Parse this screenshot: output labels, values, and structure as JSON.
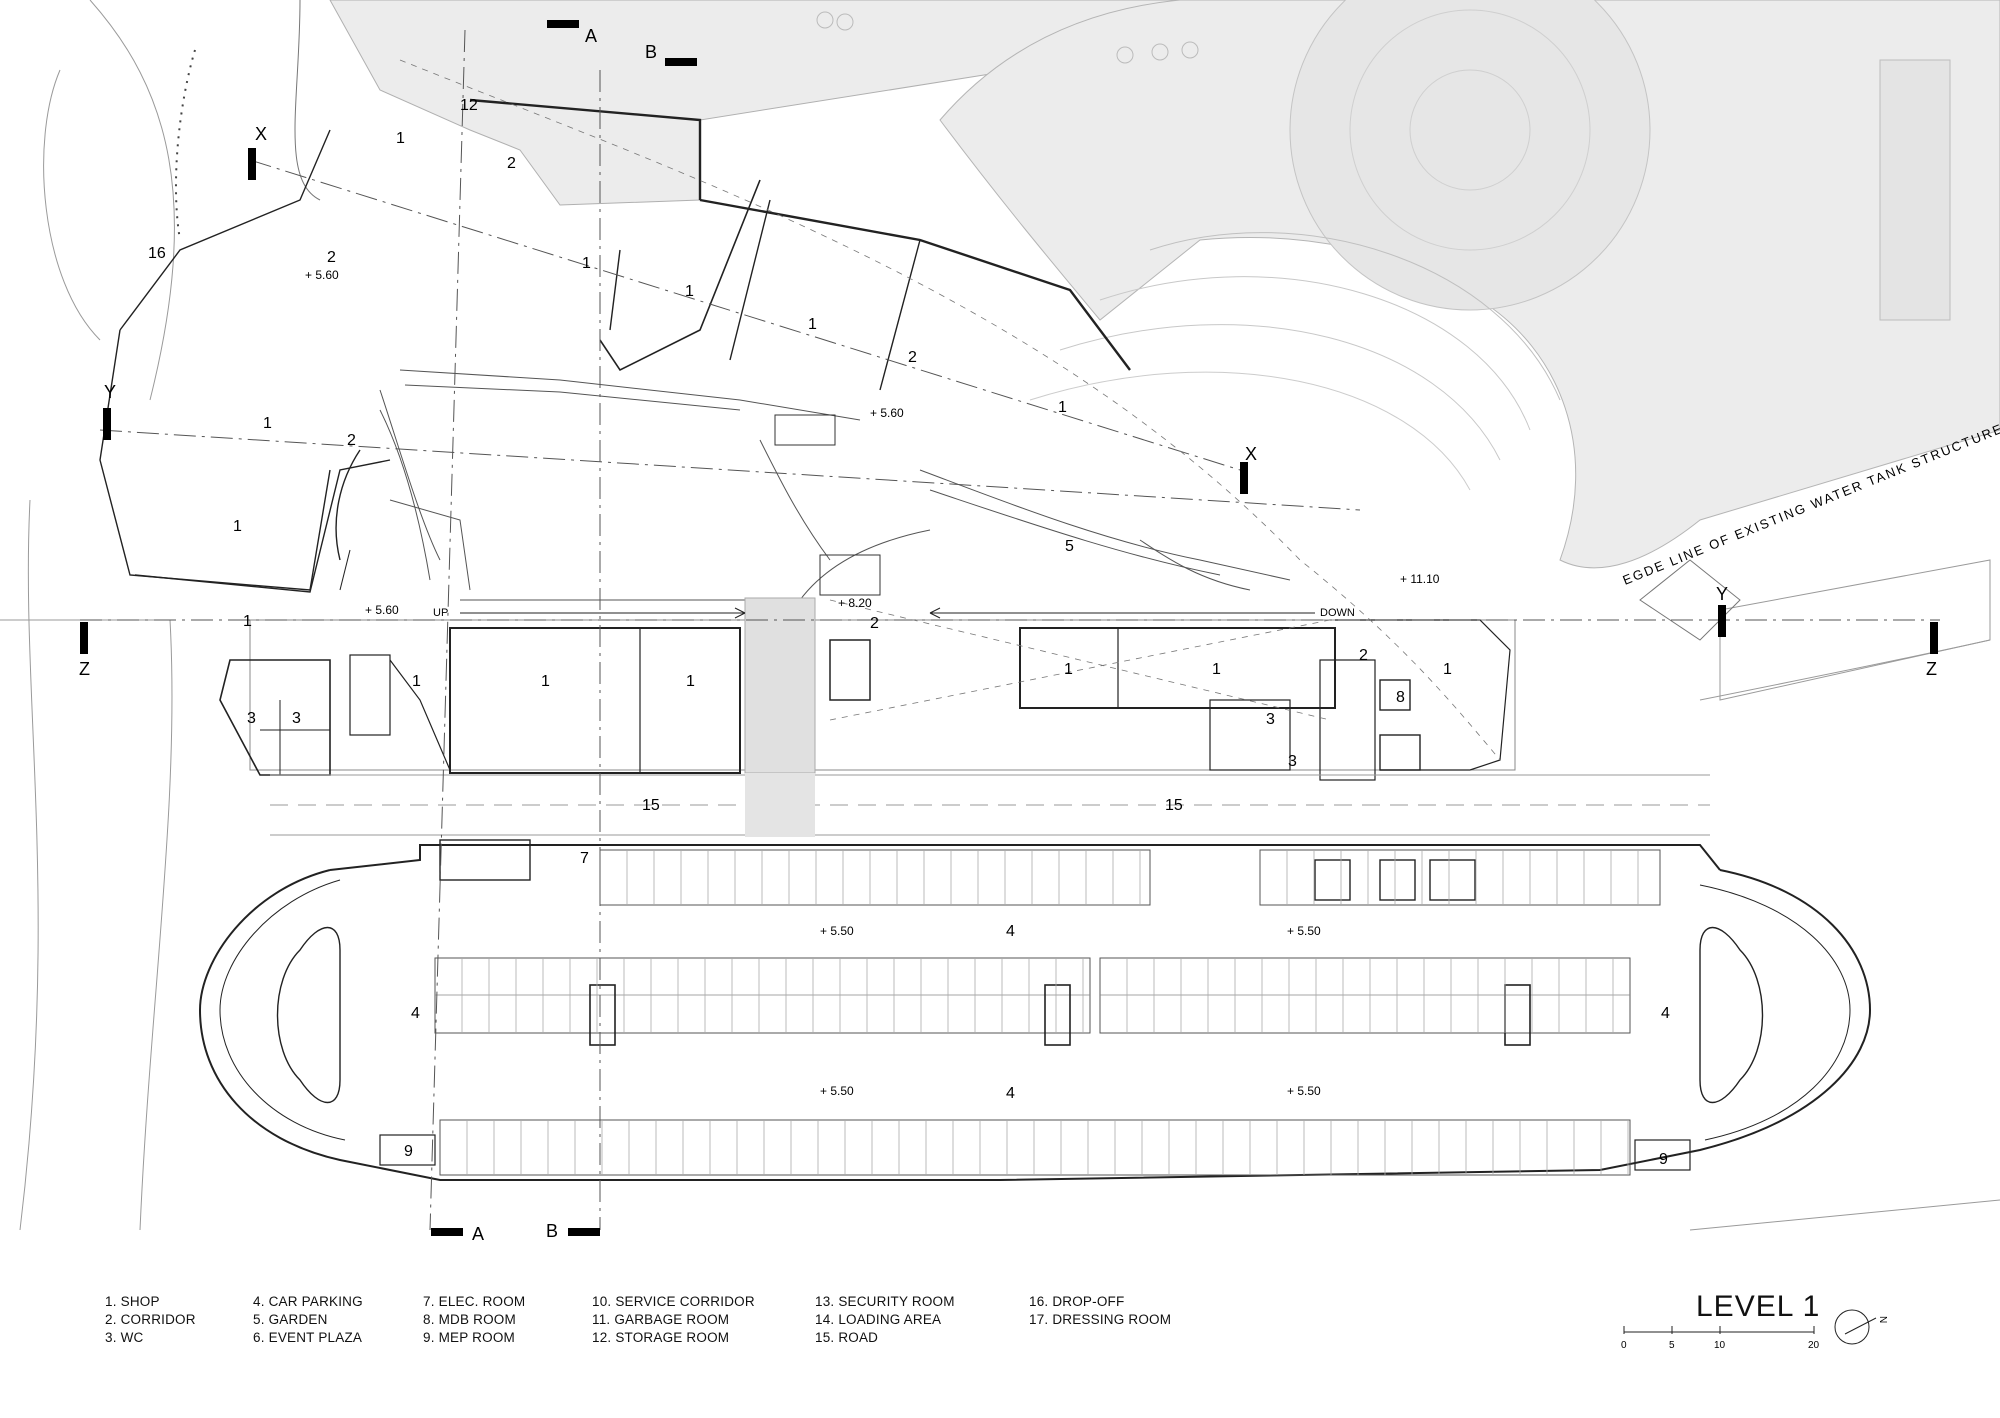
{
  "drawing": {
    "title": "LEVEL 1",
    "north_label": "N",
    "edge_note": "EGDE LINE OF EXISTING WATER TANK STRUCTURE",
    "circulation": {
      "up": "UP",
      "down": "DOWN"
    }
  },
  "section_markers": [
    {
      "id": "A",
      "label": "A"
    },
    {
      "id": "B",
      "label": "B"
    },
    {
      "id": "X",
      "label": "X"
    },
    {
      "id": "Y",
      "label": "Y"
    },
    {
      "id": "Z",
      "label": "Z"
    }
  ],
  "levels": {
    "plaza_upper": "+ 5.60",
    "event_plaza": "+ 8.20",
    "garden_top": "+ 11.10",
    "parking": "+ 5.50"
  },
  "room_tags": [
    "1",
    "2",
    "3",
    "4",
    "5",
    "7",
    "8",
    "9",
    "12",
    "15",
    "16"
  ],
  "scale_bar": {
    "ticks": [
      "0",
      "5",
      "10",
      "20"
    ]
  },
  "legend": [
    [
      "1. SHOP",
      "2. CORRIDOR",
      "3. WC"
    ],
    [
      "4. CAR PARKING",
      "5. GARDEN",
      "6. EVENT PLAZA"
    ],
    [
      "7. ELEC. ROOM",
      "8. MDB ROOM",
      "9. MEP ROOM"
    ],
    [
      "10.  SERVICE CORRIDOR",
      "11.  GARBAGE ROOM",
      "12.  STORAGE ROOM"
    ],
    [
      "13.  SECURITY ROOM",
      "14.  LOADING AREA",
      "15.  ROAD"
    ],
    [
      "16.  DROP-OFF",
      "17.  DRESSING ROOM"
    ]
  ],
  "colors": {
    "line": "#222222",
    "light_line": "#9a9a9a",
    "existing_building": "#ececec",
    "section_bar": "#000000"
  }
}
